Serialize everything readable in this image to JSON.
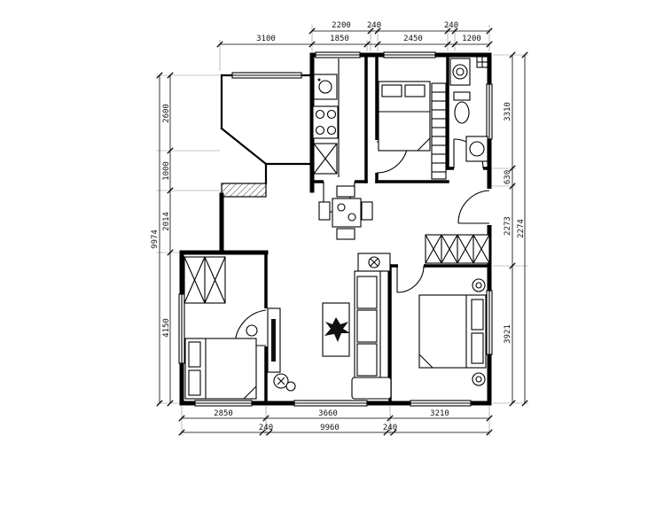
{
  "colors": {
    "line": "#000000",
    "background": "#ffffff"
  },
  "dimensions": {
    "top_outer": [
      "2200",
      "240",
      "240"
    ],
    "top_inner": [
      "3100",
      "1850",
      "2450",
      "1200"
    ],
    "left_outer": [
      "9974"
    ],
    "left_inner": [
      "2600",
      "1000",
      "2014",
      "4150"
    ],
    "right_inner": [
      "3310",
      "630",
      "2273",
      "3921"
    ],
    "right_outer": [
      "2274"
    ],
    "bottom_inner": [
      "2850",
      "3660",
      "3210"
    ],
    "bottom_outer": [
      "240",
      "9960",
      "240"
    ]
  }
}
